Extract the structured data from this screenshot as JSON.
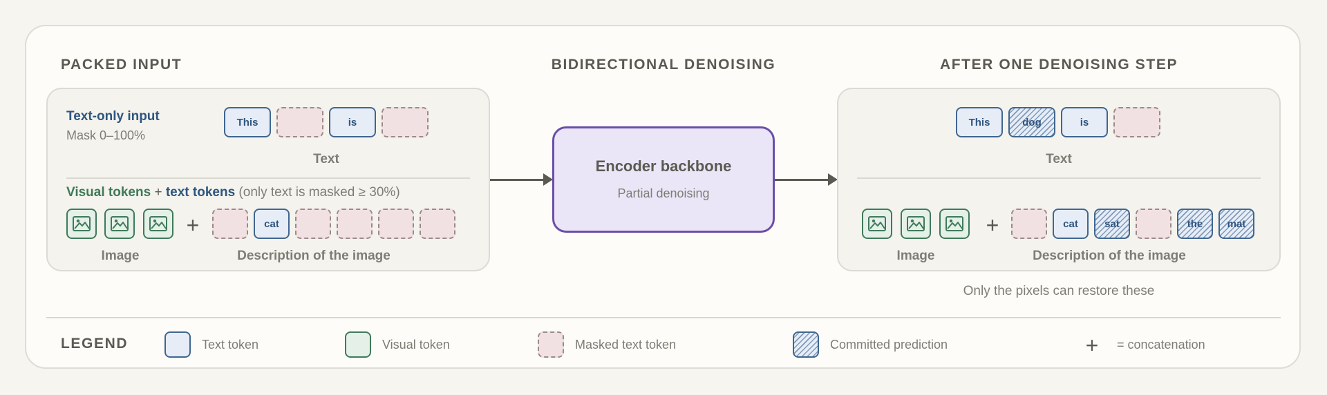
{
  "headings": {
    "packed_input": "PACKED INPUT",
    "bidirectional": "BIDIRECTIONAL DENOISING",
    "after_step": "AFTER ONE DENOISING STEP"
  },
  "left_panel": {
    "text_only_title": "Text-only input",
    "mask_range": "Mask 0–100%",
    "text_tokens": [
      {
        "kind": "text",
        "label": "This"
      },
      {
        "kind": "mask",
        "label": ""
      },
      {
        "kind": "text",
        "label": "is"
      },
      {
        "kind": "mask",
        "label": ""
      }
    ],
    "text_caption": "Text",
    "visual_label": "Visual tokens",
    "plus_sign": "+",
    "text_tokens_label": "text tokens",
    "mask_note": "(only text is masked ≥ 30%)",
    "image_caption": "Image",
    "desc_tokens": [
      {
        "kind": "mask",
        "label": ""
      },
      {
        "kind": "text",
        "label": "cat"
      },
      {
        "kind": "mask",
        "label": ""
      },
      {
        "kind": "mask",
        "label": ""
      },
      {
        "kind": "mask",
        "label": ""
      },
      {
        "kind": "mask",
        "label": ""
      }
    ],
    "desc_caption": "Description of the image"
  },
  "encoder": {
    "title": "Encoder backbone",
    "subtitle": "Partial denoising"
  },
  "right_panel": {
    "text_tokens": [
      {
        "kind": "text",
        "label": "This"
      },
      {
        "kind": "pred",
        "label": "dog"
      },
      {
        "kind": "text",
        "label": "is"
      },
      {
        "kind": "mask",
        "label": ""
      }
    ],
    "text_caption": "Text",
    "desc_tokens": [
      {
        "kind": "mask",
        "label": ""
      },
      {
        "kind": "text",
        "label": "cat"
      },
      {
        "kind": "pred",
        "label": "sat"
      },
      {
        "kind": "mask",
        "label": ""
      },
      {
        "kind": "pred",
        "label": "the"
      },
      {
        "kind": "pred",
        "label": "mat"
      }
    ],
    "image_caption": "Image",
    "desc_caption": "Description of the image",
    "footnote": "Only the pixels can restore these"
  },
  "legend": {
    "title": "LEGEND",
    "text_token": "Text token",
    "visual_token": "Visual token",
    "masked_token": "Masked text token",
    "committed": "Committed prediction",
    "plus_sign": "+",
    "concat": "= concatenation"
  },
  "colors": {
    "text_token_border": "#3f6690",
    "visual_token_border": "#3f7a58",
    "mask_fill": "#f2e1e3",
    "encoder_border": "#6a4ea8",
    "encoder_fill": "#ebe6f7"
  },
  "icons": {
    "visual_token": "image-icon"
  }
}
